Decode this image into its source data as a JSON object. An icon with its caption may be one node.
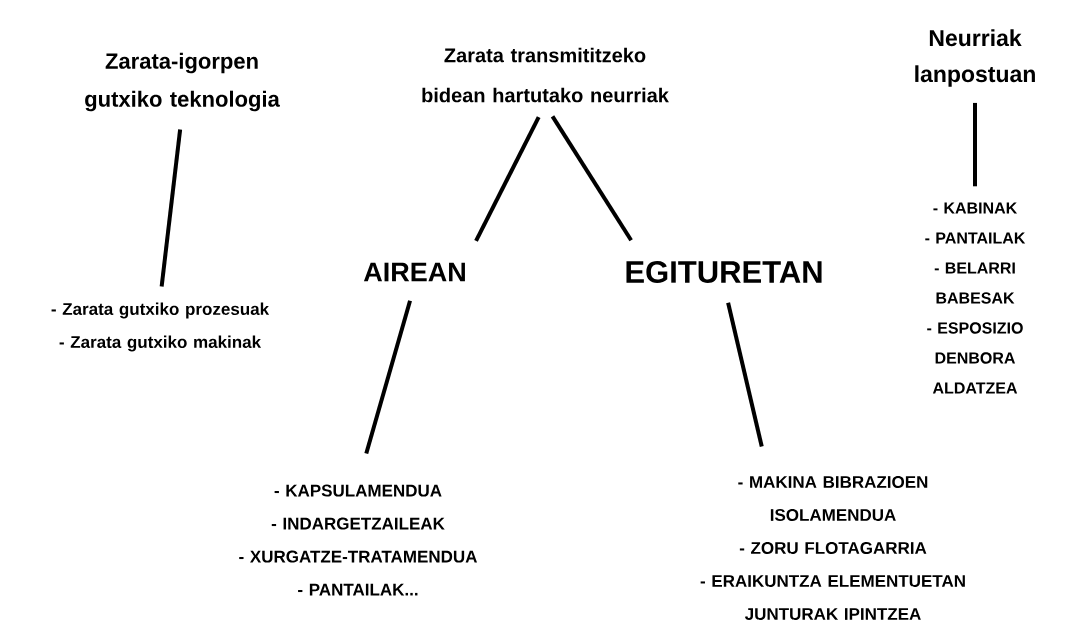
{
  "diagram": {
    "nodes": [
      {
        "text": [
          "Zarata-igorpen gutxiko teknologia"
        ]
      },
      {
        "text": [
          "- Zarata gutxiko prozesuak",
          "- Zarata gutxiko makinak"
        ]
      },
      {
        "text": [
          "Zarata transmititzeko bidean hartutako neurriak"
        ]
      },
      {
        "text": [
          "AIREAN"
        ]
      },
      {
        "text": [
          "EGITURETAN"
        ]
      },
      {
        "text": [
          "- KAPSULAMENDUA",
          "- INDARGETZAILEAK",
          "- XURGATZE-TRATAMENDUA",
          "- PANTAILAK..."
        ]
      },
      {
        "text": [
          "- MAKINA BIBRAZIOEN ISOLAMENDUA",
          "- ZORU FLOTAGARRIA",
          "- ERAIKUNTZA ELEMENTUETAN JUNTURAK IPINTZEA"
        ]
      },
      {
        "text": [
          "Neurriak lanpostuan"
        ]
      },
      {
        "text": [
          "- KABINAK",
          "- PANTAILAK",
          "- BELARRI BABESAK",
          "- ESPOSIZIO DENBORA ALDATZEA"
        ]
      }
    ],
    "edges": [
      {
        "from": 0,
        "to": 1,
        "arrow": "none"
      },
      {
        "from": 2,
        "to": 3,
        "arrow": "none"
      },
      {
        "from": 2,
        "to": 4,
        "arrow": "none"
      },
      {
        "from": 3,
        "to": 5,
        "arrow": "none"
      },
      {
        "from": 4,
        "to": 6,
        "arrow": "none"
      },
      {
        "from": 7,
        "to": 8,
        "arrow": "none"
      }
    ]
  }
}
